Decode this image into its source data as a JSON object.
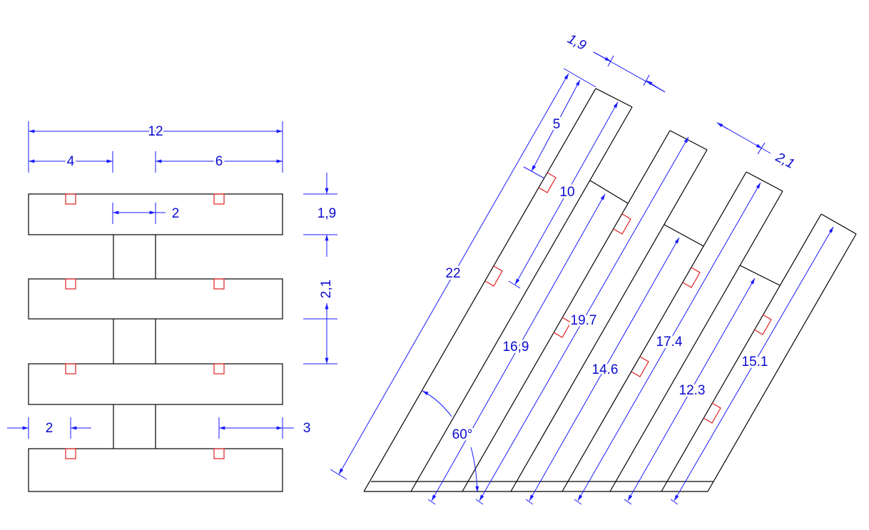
{
  "colors": {
    "outline": "#000000",
    "dimension": "#1a1aff",
    "notch": "#e02020",
    "label": "#0a0ad0"
  },
  "front_view": {
    "dims": {
      "overall_width": "12",
      "left_offset": "4",
      "right_offset": "6",
      "post_width": "2",
      "board_height": "1,9",
      "gap_height": "2,1",
      "notch_left": "2",
      "notch_right": "3"
    }
  },
  "side_view": {
    "dims": {
      "total_length": "22",
      "first_notch": "5",
      "second_notch": "10",
      "board_width": "1,9",
      "gap_width": "2,1",
      "angle": "60°"
    },
    "board_lengths": [
      "16,9",
      "19.7",
      "14.6",
      "17.4",
      "12.3",
      "15.1"
    ]
  }
}
